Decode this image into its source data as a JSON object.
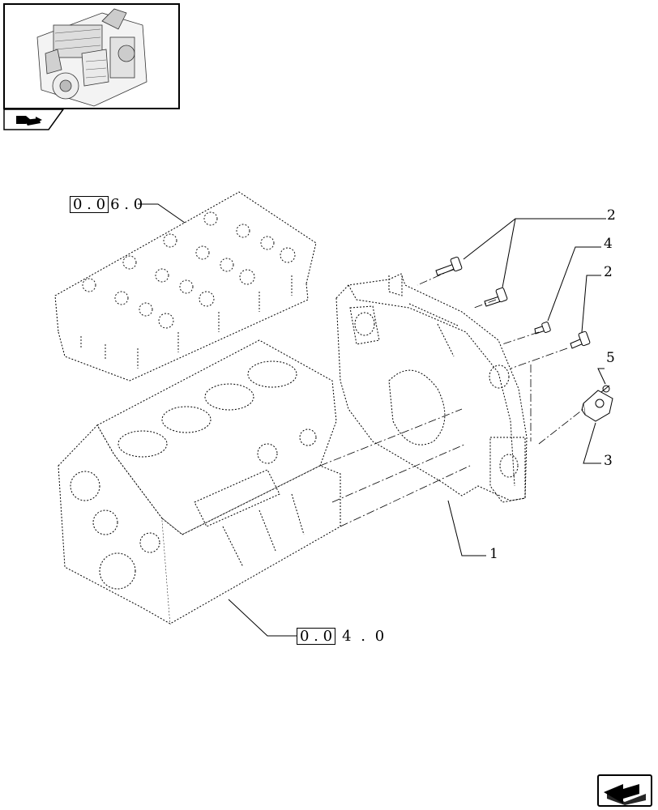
{
  "refs": [
    {
      "id": "ref-060",
      "boxed": "0 . 0",
      "rest": "6 . 0"
    },
    {
      "id": "ref-040",
      "boxed": "0 . 0",
      "rest": "4 . 0"
    }
  ],
  "callouts": [
    "2",
    "4",
    "2",
    "5",
    "3",
    "1"
  ],
  "icons": {
    "thumbnail": "engine-thumbnail-icon",
    "section_tab": "book-arrow-icon",
    "nav": "next-page-arrow-icon"
  }
}
